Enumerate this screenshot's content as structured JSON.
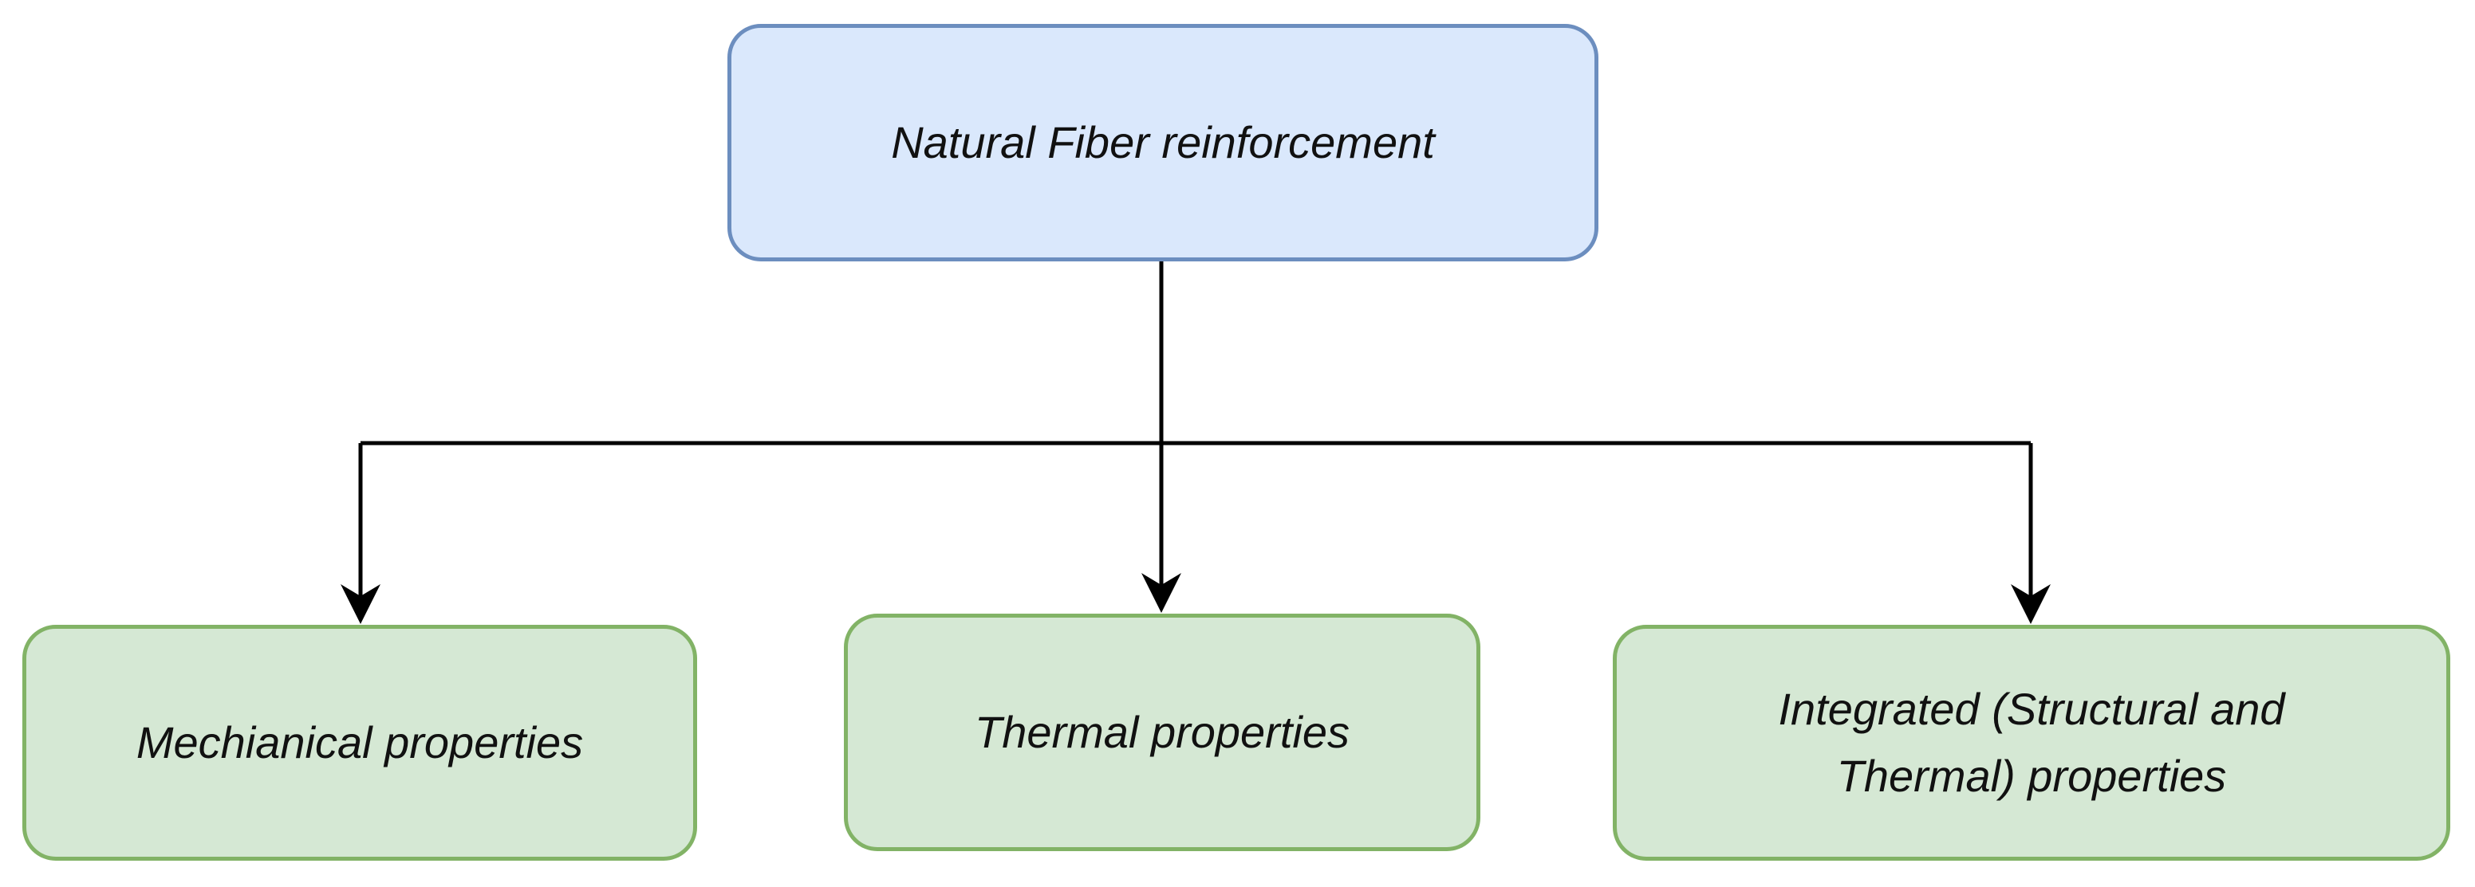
{
  "diagram": {
    "root": {
      "label": "Natural Fiber reinforcement"
    },
    "children": [
      {
        "id": "mechanical",
        "label": "Mechianical properties"
      },
      {
        "id": "thermal",
        "label": "Thermal properties"
      },
      {
        "id": "integrated",
        "label": "Integrated (Structural and Thermal) properties"
      }
    ],
    "colors": {
      "root_fill": "#dae8fc",
      "root_stroke": "#6c8ebf",
      "child_fill": "#d5e8d4",
      "child_stroke": "#82b366",
      "connector": "#000000"
    }
  }
}
